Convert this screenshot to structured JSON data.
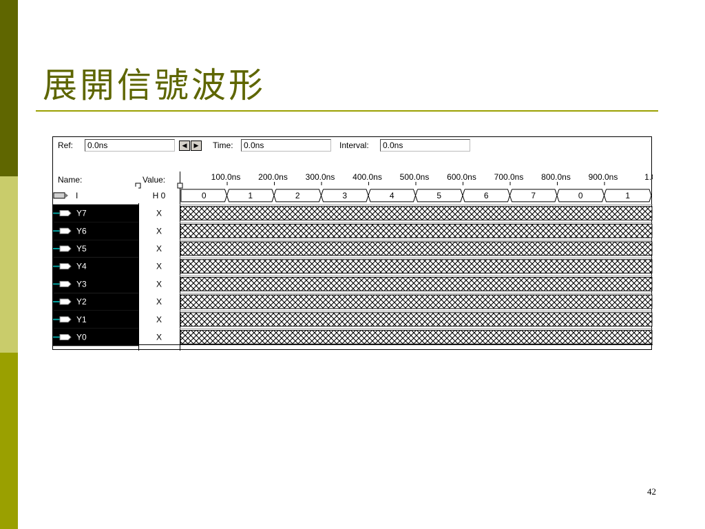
{
  "slide": {
    "title": "展開信號波形",
    "page_number": "42"
  },
  "toolbar": {
    "ref_label": "Ref:",
    "ref_value": "0.0ns",
    "nav_left_icon": "arrow-left-icon",
    "nav_right_icon": "arrow-right-icon",
    "time_label": "Time:",
    "time_value": "0.0ns",
    "interval_label": "Interval:",
    "interval_value": "0.0ns"
  },
  "columns": {
    "name_header": "Name:",
    "value_header": "Value:"
  },
  "time_ticks": [
    "100.0ns",
    "200.0ns",
    "300.0ns",
    "400.0ns",
    "500.0ns",
    "600.0ns",
    "700.0ns",
    "800.0ns",
    "900.0ns",
    "1.0"
  ],
  "signals": [
    {
      "name": "I",
      "value": "H 0",
      "type": "bus-input",
      "segments": [
        "0",
        "1",
        "2",
        "3",
        "4",
        "5",
        "6",
        "7",
        "0",
        "1"
      ]
    },
    {
      "name": "Y7",
      "value": "X",
      "type": "output",
      "unknown": true
    },
    {
      "name": "Y6",
      "value": "X",
      "type": "output",
      "unknown": true
    },
    {
      "name": "Y5",
      "value": "X",
      "type": "output",
      "unknown": true
    },
    {
      "name": "Y4",
      "value": "X",
      "type": "output",
      "unknown": true
    },
    {
      "name": "Y3",
      "value": "X",
      "type": "output",
      "unknown": true
    },
    {
      "name": "Y2",
      "value": "X",
      "type": "output",
      "unknown": true
    },
    {
      "name": "Y1",
      "value": "X",
      "type": "output",
      "unknown": true
    },
    {
      "name": "Y0",
      "value": "X",
      "type": "output",
      "unknown": true
    }
  ]
}
